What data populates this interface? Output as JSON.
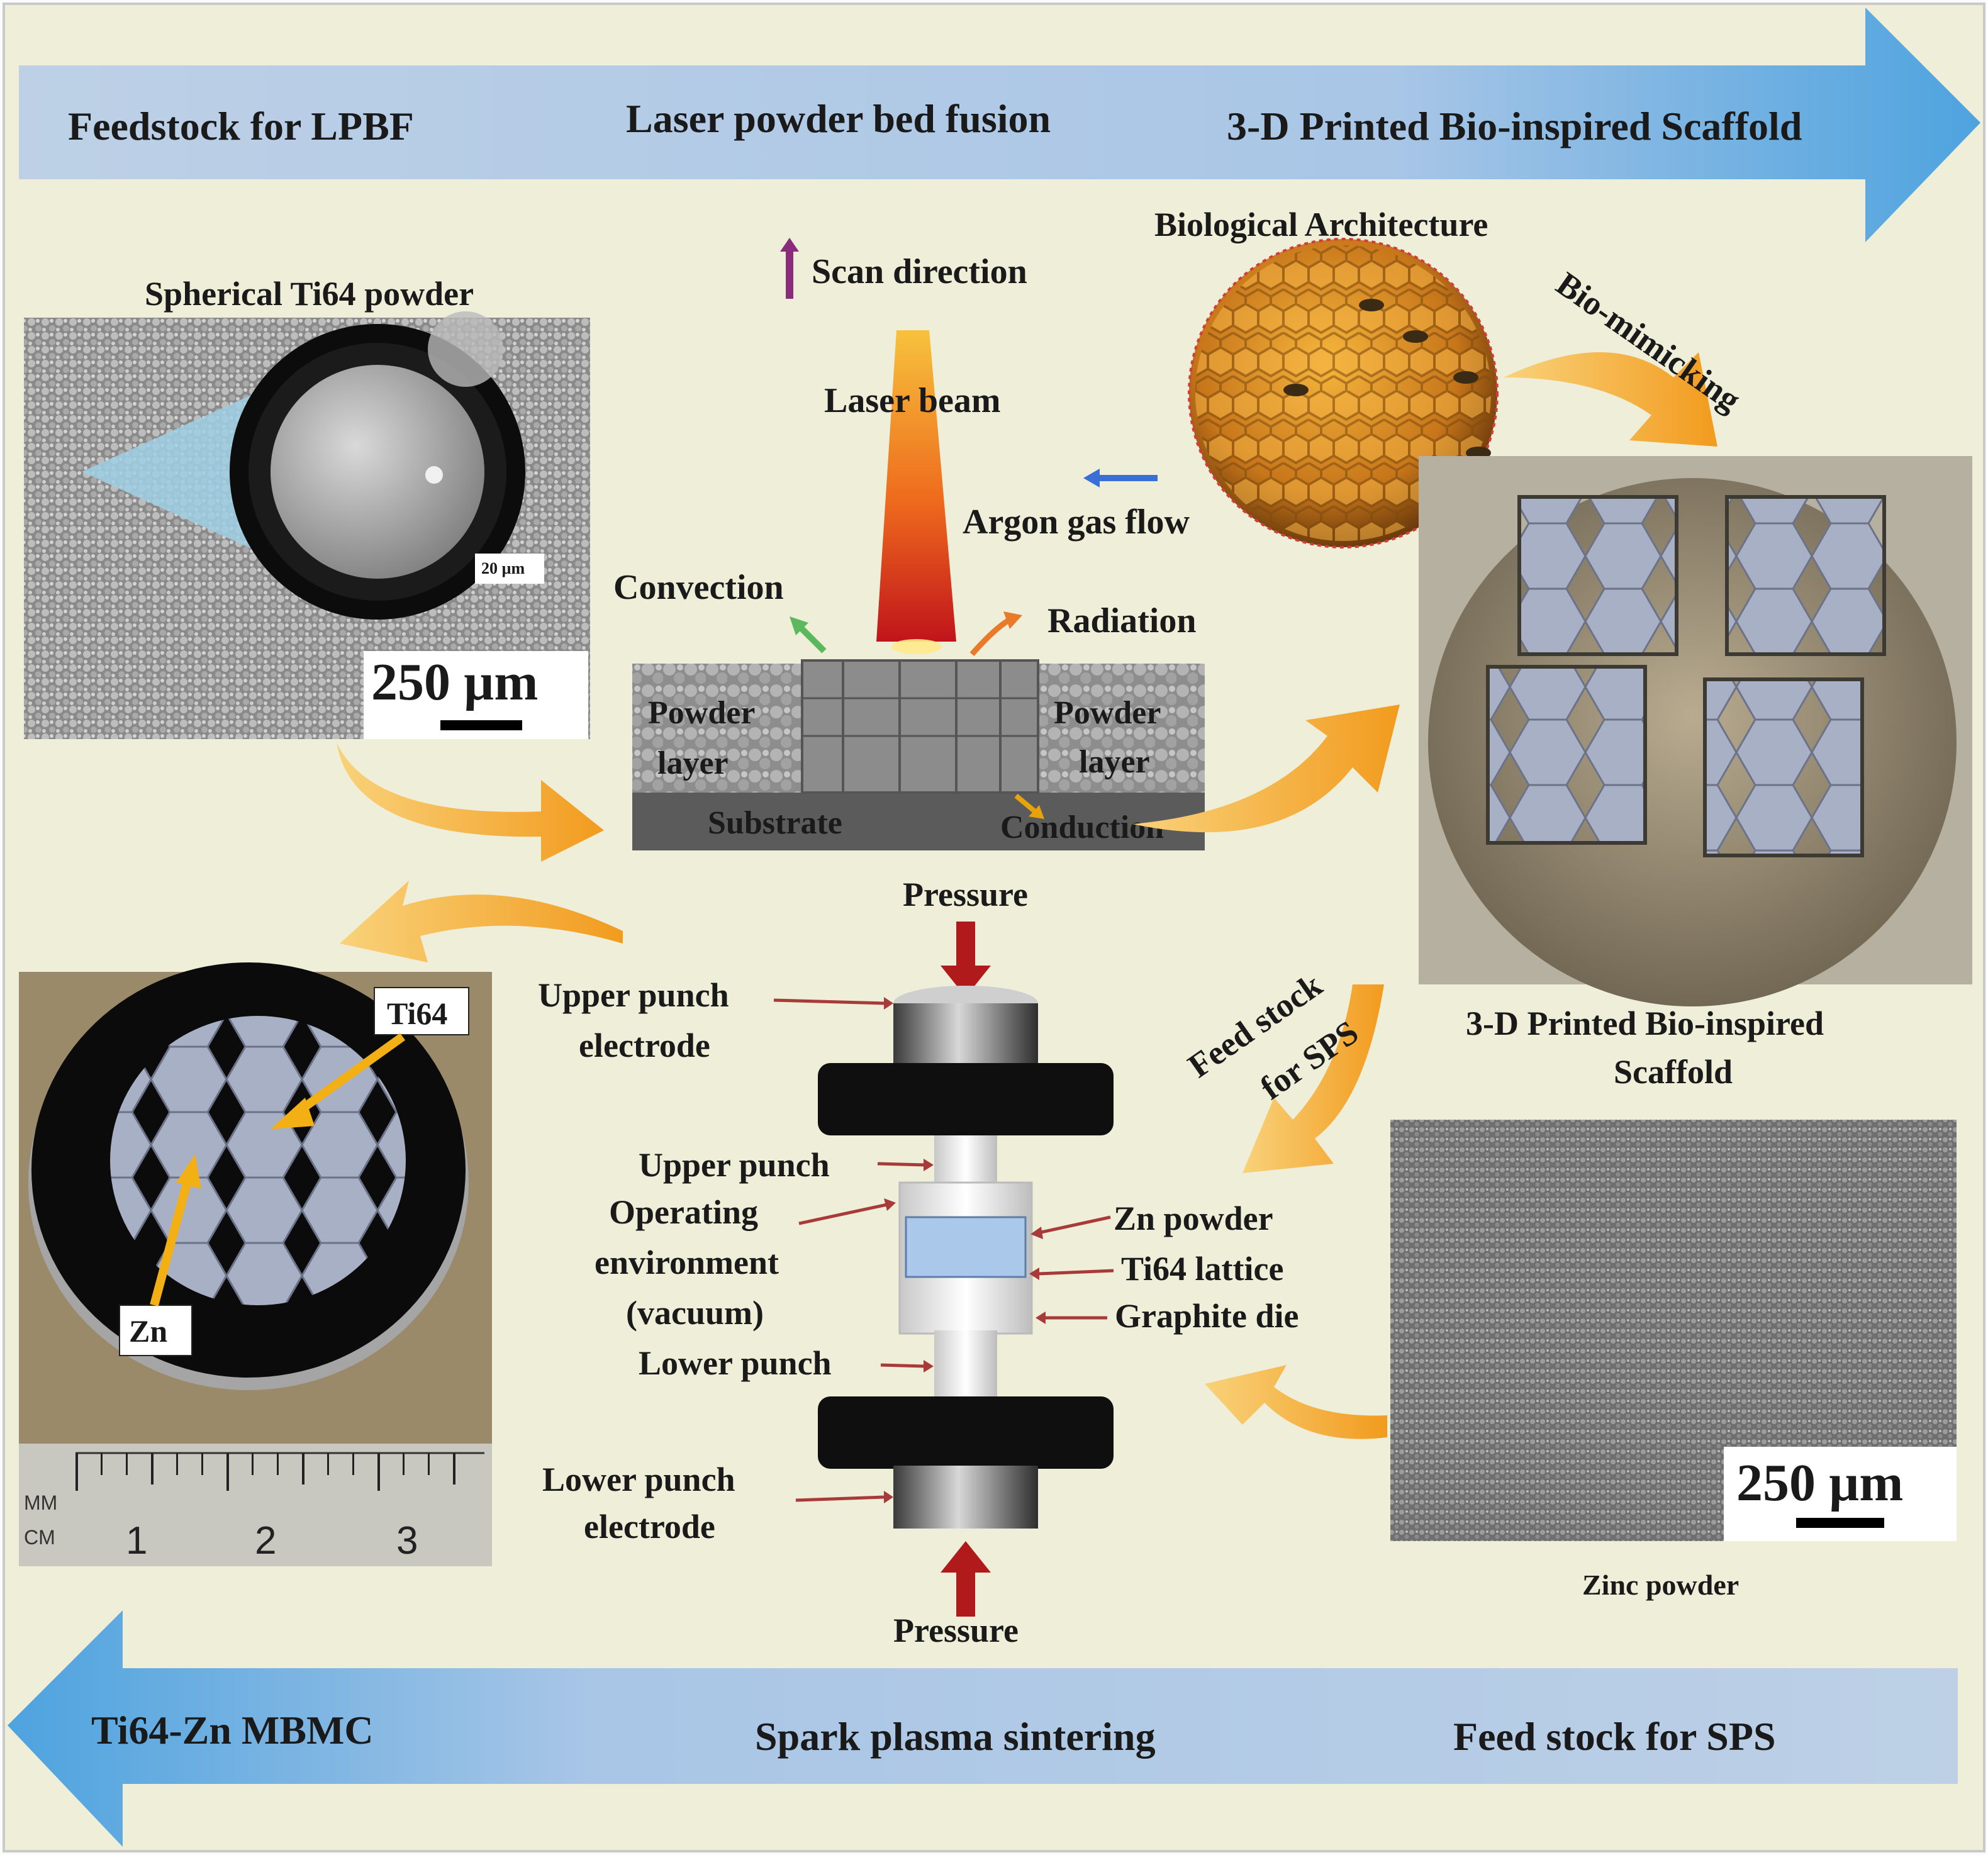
{
  "top_band": {
    "left": "Feedstock for LPBF",
    "center": "Laser powder bed fusion",
    "right": "3-D Printed Bio-inspired Scaffold"
  },
  "bottom_band": {
    "left": "Ti64-Zn MBMC",
    "center": "Spark plasma sintering",
    "right": "Feed stock for SPS"
  },
  "ti64_powder": {
    "title": "Spherical Ti64 powder",
    "scale_main": "250 µm",
    "scale_inset": "20 µm"
  },
  "lpbf": {
    "scan_direction": "Scan direction",
    "laser_beam": "Laser beam",
    "argon_gas_flow": "Argon gas flow",
    "convection": "Convection",
    "radiation": "Radiation",
    "powder_layer_1": "Powder",
    "powder_layer_2": "layer",
    "substrate": "Substrate",
    "conduction": "Conduction"
  },
  "bio": {
    "title": "Biological Architecture",
    "mimicking": "Bio-mimicking"
  },
  "scaffold": {
    "caption_1": "3-D Printed Bio-inspired",
    "caption_2": "Scaffold"
  },
  "feed_sps_arrow": {
    "line_1": "Feed stock",
    "line_2": "for SPS"
  },
  "sps": {
    "pressure_top": "Pressure",
    "pressure_bottom": "Pressure",
    "upper_punch_electrode_1": "Upper punch",
    "upper_punch_electrode_2": "electrode",
    "upper_punch": "Upper punch",
    "operating_1": "Operating",
    "operating_2": "environment",
    "operating_3": "(vacuum)",
    "lower_punch": "Lower punch",
    "lower_punch_electrode_1": "Lower punch",
    "lower_punch_electrode_2": "electrode",
    "zn_powder": "Zn powder",
    "ti64_lattice": "Ti64 lattice",
    "graphite_die": "Graphite die"
  },
  "zinc": {
    "scale": "250 µm",
    "caption": "Zinc powder"
  },
  "mbmc": {
    "ti64_label": "Ti64",
    "zn_label": "Zn",
    "ruler_mm": "MM",
    "ruler_cm": "CM",
    "ruler_1": "1",
    "ruler_2": "2",
    "ruler_3": "3"
  }
}
